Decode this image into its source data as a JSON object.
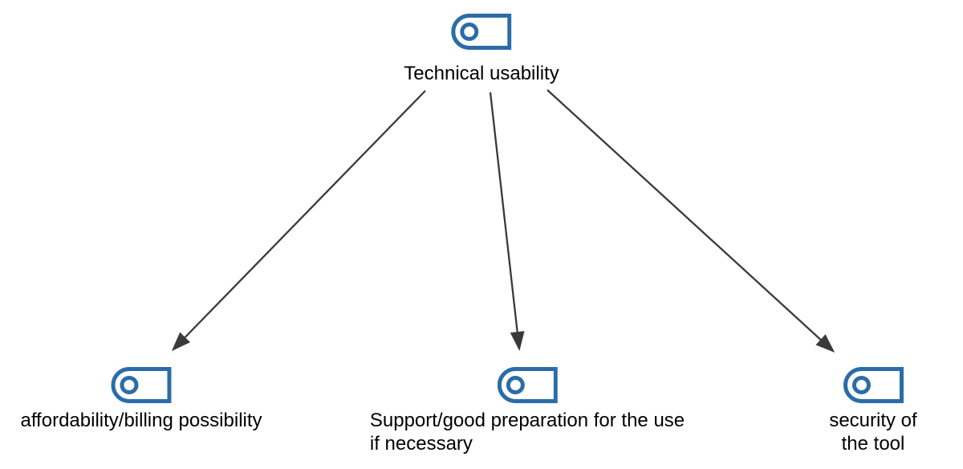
{
  "colors": {
    "node_icon_blue": "#2b6ca8",
    "arrow_gray": "#3a3a3a",
    "text": "#000000",
    "background": "#ffffff"
  },
  "nodes": {
    "root": {
      "label": "Technical usability",
      "icon": "tag-icon"
    },
    "children": [
      {
        "label": "affordability/billing possibility",
        "icon": "tag-icon"
      },
      {
        "label": "Support/good preparation for the use\nif necessary",
        "icon": "tag-icon"
      },
      {
        "label": "security of the tool",
        "icon": "tag-icon"
      }
    ]
  },
  "edges": [
    {
      "from": "Technical usability",
      "to": "affordability/billing possibility"
    },
    {
      "from": "Technical usability",
      "to": "Support/good preparation for the use if necessary"
    },
    {
      "from": "Technical usability",
      "to": "security of the tool"
    }
  ]
}
